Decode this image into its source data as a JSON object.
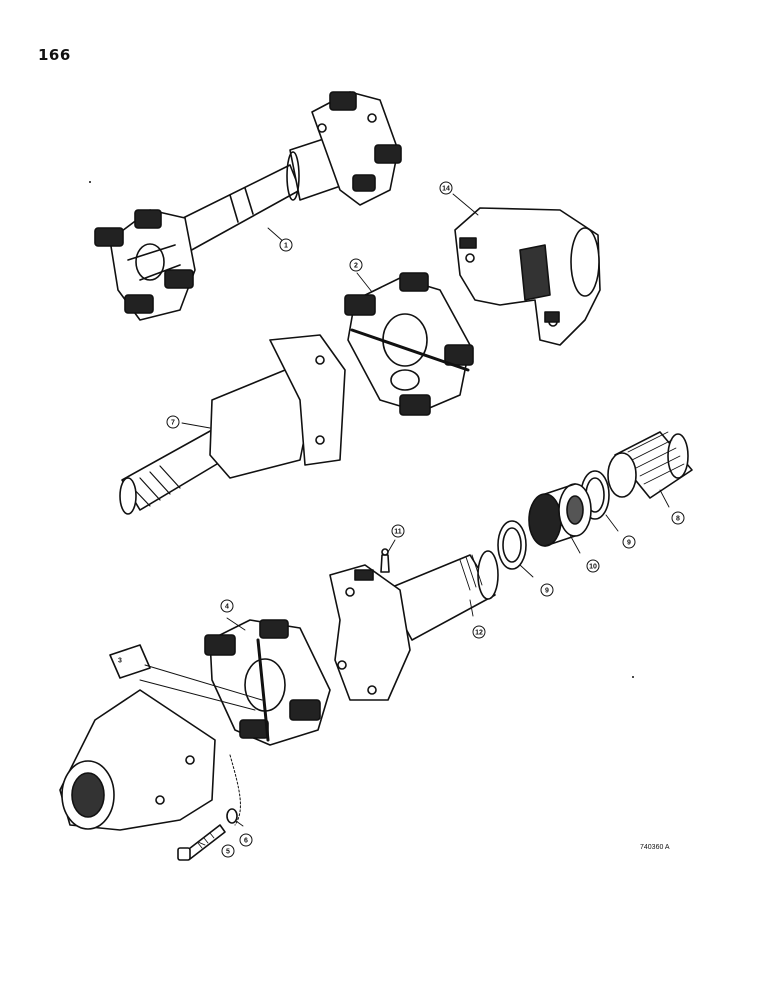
{
  "page_number": "166",
  "figure_reference": "740360 A",
  "callouts": [
    {
      "id": "c1",
      "label": "1"
    },
    {
      "id": "c2",
      "label": "2"
    },
    {
      "id": "c3",
      "label": "3"
    },
    {
      "id": "c4",
      "label": "4"
    },
    {
      "id": "c5",
      "label": "5"
    },
    {
      "id": "c6",
      "label": "6"
    },
    {
      "id": "c7",
      "label": "7"
    },
    {
      "id": "c8",
      "label": "8"
    },
    {
      "id": "c9a",
      "label": "9"
    },
    {
      "id": "c9b",
      "label": "9"
    },
    {
      "id": "c10",
      "label": "10"
    },
    {
      "id": "c11",
      "label": "11"
    },
    {
      "id": "c12",
      "label": "12"
    },
    {
      "id": "c14",
      "label": "14"
    }
  ]
}
